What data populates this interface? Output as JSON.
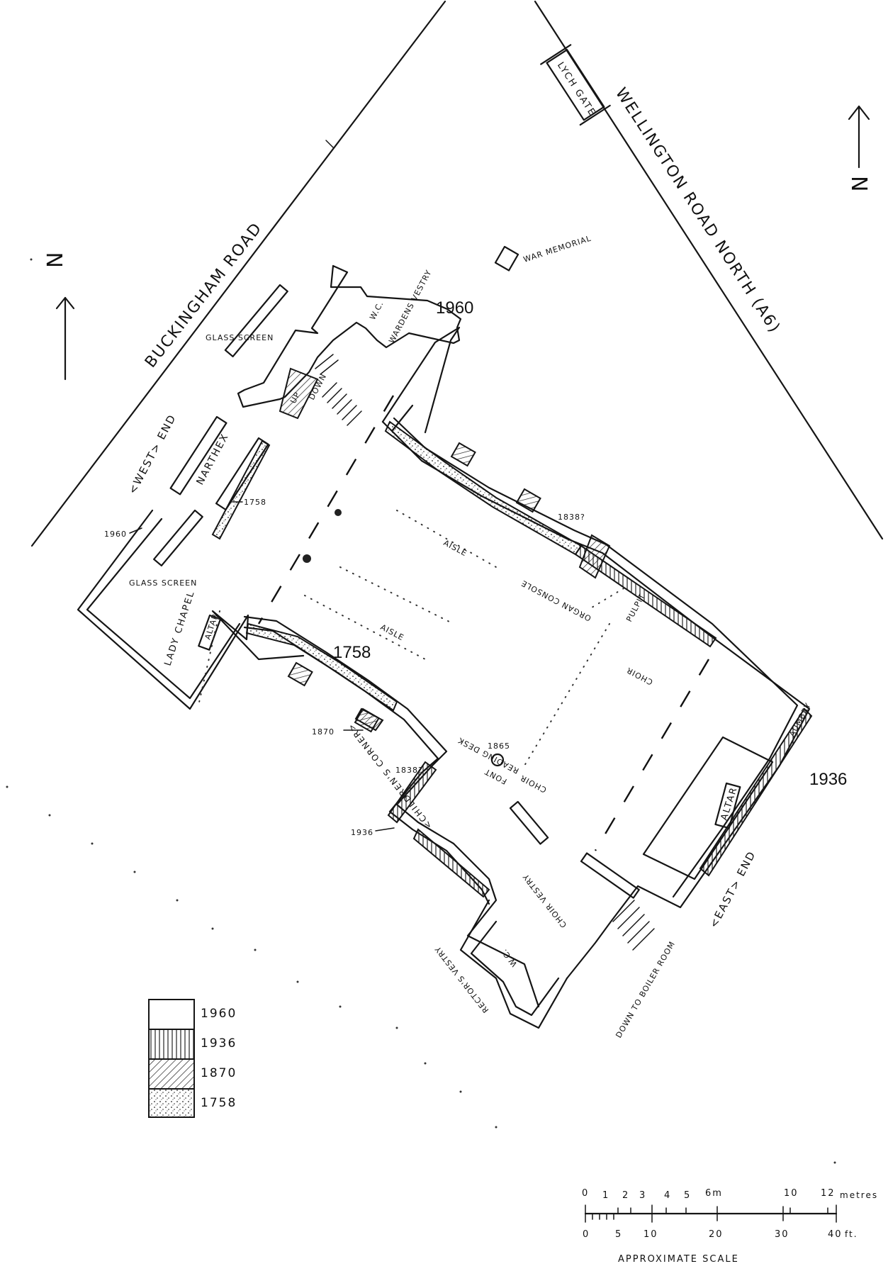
{
  "roads": {
    "buckingham": "BUCKINGHAM ROAD",
    "wellington": "WELLINGTON ROAD NORTH (A6)",
    "lych_gate": "LYCH GATE"
  },
  "north_label": "N",
  "features": {
    "war_memorial": "WAR MEMORIAL",
    "glass_screen": "GLASS SCREEN",
    "west_end": "<WEST> END",
    "east_end": "<EAST> END",
    "narthex": "NARTHEX",
    "lady_chapel": "LADY CHAPEL",
    "altar": "ALTAR",
    "aisle": "AISLE",
    "wardens_vestry": "WARDENS VESTRY",
    "wc": "W.C.",
    "up": "UP",
    "down": "DOWN",
    "pulpit": "PULPIT",
    "choir": "CHOIR",
    "organ_console": "ORGAN CONSOLE",
    "reading_desk": "READING DESK",
    "font": "FONT",
    "childrens_corner": "<CHILDREN'S CORNER>",
    "choir_vestry": "CHOIR VESTRY",
    "rectors_vestry": "RECTOR'S VESTRY",
    "down_to_boiler_room": "DOWN TO BOILER ROOM",
    "aumbry": "AUMBRY"
  },
  "dates": {
    "d1960_big": "1960",
    "d1758_big": "1758",
    "d1936_big": "1936",
    "d1758_small": "1758",
    "d1960_small": "1960",
    "d1870_small": "1870",
    "d1838_a": "1838?",
    "d1838_b": "1838?",
    "d1936_small": "1936",
    "d1865": "1865"
  },
  "legend": [
    {
      "label": "1960",
      "fill": "blank"
    },
    {
      "label": "1936",
      "fill": "vertical-hatch"
    },
    {
      "label": "1870",
      "fill": "diagonal-hatch"
    },
    {
      "label": "1758",
      "fill": "stipple"
    }
  ],
  "scale": {
    "metres_ticks": [
      "0",
      "1",
      "2",
      "3",
      "4",
      "5",
      "6m",
      "10",
      "12"
    ],
    "metres_unit": "metres",
    "feet_ticks": [
      "0",
      "5",
      "10",
      "20",
      "30",
      "40"
    ],
    "feet_unit": "ft.",
    "caption": "APPROXIMATE SCALE"
  }
}
